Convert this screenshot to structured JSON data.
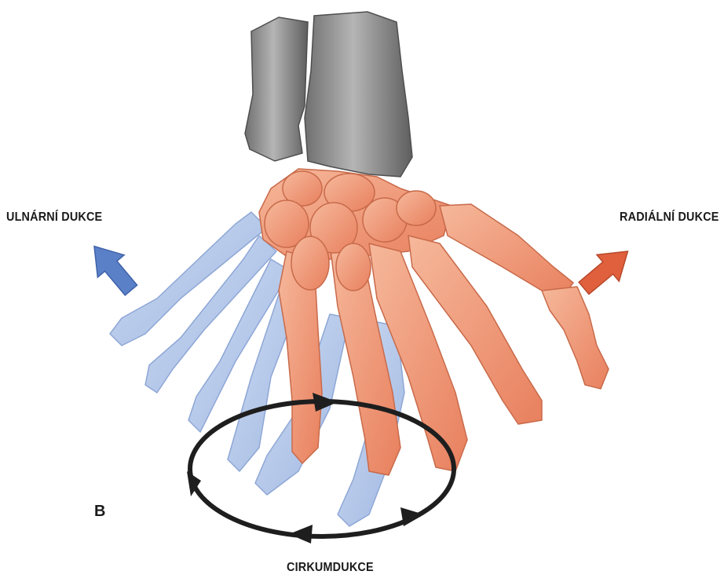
{
  "labels": {
    "ulnar": "ULNÁRNÍ DUKCE",
    "radial": "RADIÁLNÍ DUKCE",
    "circumduction": "CIRKUMDUKCE",
    "panel": "B"
  },
  "colors": {
    "ulnar": "#5a80c8",
    "radial": "#e0603e",
    "forearm": "#8a8a8a",
    "bone_blue": "#b9cdec",
    "bone_red": "#f0a17f",
    "circle": "#1e1e1e"
  }
}
